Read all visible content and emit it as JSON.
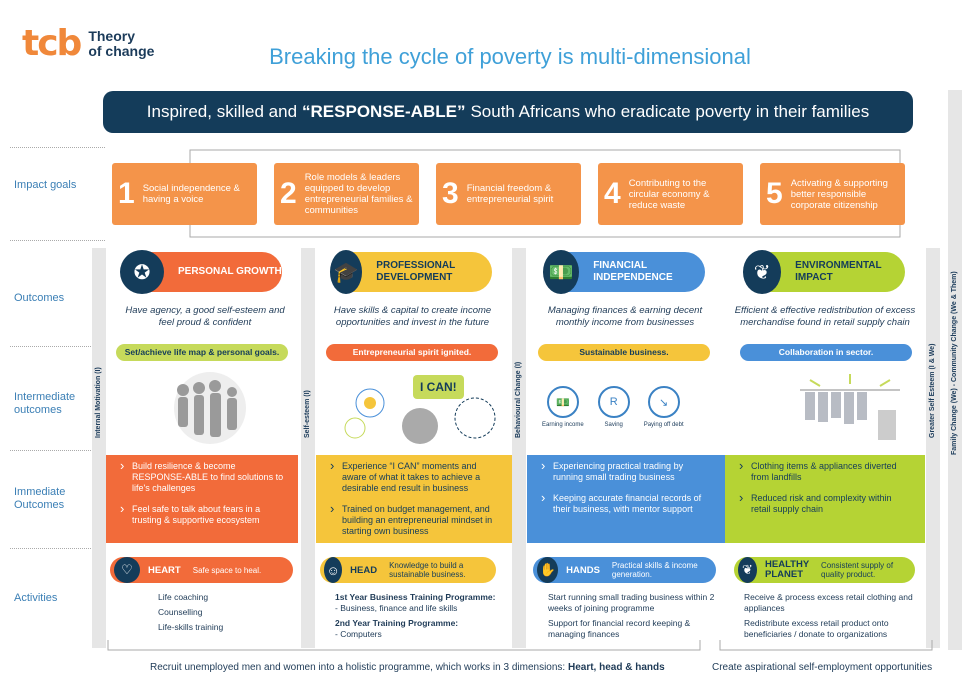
{
  "logo": {
    "mark": "tcb",
    "line1": "Theory",
    "line2": "of change"
  },
  "title": "Breaking the cycle of poverty is multi-dimensional",
  "banner": {
    "pre": "Inspired, skilled and",
    "bold": "“RESPONSE-ABLE”",
    "post": "South Africans who eradicate poverty in their families"
  },
  "rows": {
    "impact": "Impact goals",
    "outcomes": "Outcomes",
    "intermediate": "Intermediate outcomes",
    "immediate": "Immediate Outcomes",
    "activities": "Activities"
  },
  "goals": [
    {
      "n": "1",
      "text": "Social independence & having a voice"
    },
    {
      "n": "2",
      "text": "Role models & leaders equipped to develop entrepreneurial families & communities"
    },
    {
      "n": "3",
      "text": "Financial freedom & entrepreneurial spirit"
    },
    {
      "n": "4",
      "text": "Contributing to the circular economy & reduce waste"
    },
    {
      "n": "5",
      "text": "Activating & supporting better responsible corporate citizenship"
    }
  ],
  "side": {
    "b1": "Internal Motivation (I)",
    "b2": "Self-esteem (I)",
    "b3": "Behavioural Change (I)",
    "b4": "Greater Self Esteem (I & We)",
    "b5": "Family Change (We) - Community Change (We & Them)"
  },
  "outcomes": [
    {
      "label": "PERSONAL GROWTH",
      "desc": "Have agency, a good self-esteem and feel proud & confident",
      "pill": "Set/achieve life map & personal goals.",
      "color": "#f26b3a"
    },
    {
      "label": "PROFESSIONAL DEVELOPMENT",
      "desc": "Have skills & capital to create income opportunities and invest in the future",
      "pill": "Entrepreneurial spirit ignited.",
      "color": "#f5c53b"
    },
    {
      "label": "FINANCIAL INDEPENDENCE",
      "desc": "Managing finances & earning decent monthly income from businesses",
      "pill": "Sustainable business.",
      "color": "#4a90d9"
    },
    {
      "label": "ENVIRONMENTAL IMPACT",
      "desc": "Efficient & effective redistribution of excess merchandise found in retail supply chain",
      "pill": "Collaboration in sector.",
      "color": "#b5d334"
    }
  ],
  "icanText": "I CAN!",
  "finIcons": [
    "Earning income",
    "Saving",
    "Paying off debt"
  ],
  "immediate": [
    [
      "Build resilience & become RESPONSE-ABLE to find solutions to life's challenges",
      "Feel safe to talk about fears in a trusting & supportive ecosystem"
    ],
    [
      "Experience “I CAN” moments and aware of what it takes to achieve a desirable end result in business",
      "Trained on budget management, and building an entrepreneurial mindset in starting own business"
    ],
    [
      "Experiencing practical trading by running small trading business",
      "Keeping accurate financial records of their business, with mentor support"
    ],
    [
      "Clothing items & appliances diverted from landfills",
      "Reduced risk and complexity within retail supply chain"
    ]
  ],
  "activities": [
    {
      "label": "HEART",
      "sub": "Safe space to heal.",
      "items": [
        "Life coaching",
        "Counselling",
        "Life-skills training"
      ]
    },
    {
      "label": "HEAD",
      "sub": "Knowledge to build a sustainable business.",
      "items": [
        "1st Year Business Training Programme:",
        "- Business, finance and life skills",
        "2nd Year Training Programme:",
        "- Computers"
      ]
    },
    {
      "label": "HANDS",
      "sub": "Practical skills & income generation.",
      "items": [
        "Start running small trading business within 2 weeks of joining programme",
        "Support for financial record keeping & managing finances"
      ]
    },
    {
      "label": "HEALTHY PLANET",
      "sub": "Consistent supply of quality product.",
      "items": [
        "Receive & process excess retail clothing and appliances",
        "Redistribute excess retail product onto beneficiaries / donate to organizations"
      ]
    }
  ],
  "footer": {
    "left": "Recruit unemployed men and women into a holistic programme, which works in 3 dimensions:",
    "leftBold": "Heart, head & hands",
    "right": "Create aspirational self-employment opportunities"
  }
}
